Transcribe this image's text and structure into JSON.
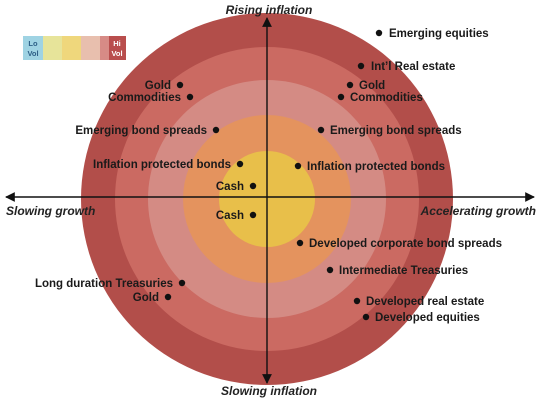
{
  "axes": {
    "top": "Rising inflation",
    "bottom": "Slowing inflation",
    "left": "Slowing growth",
    "right": "Accelerating growth"
  },
  "legend": {
    "low": [
      "Lo",
      "Vol"
    ],
    "high": [
      "Hi",
      "Vol"
    ],
    "swatches": [
      "#9fd3e3",
      "#e7e49a",
      "#efd77c",
      "#e8bfae",
      "#d78b86",
      "#b94e4d"
    ]
  },
  "rings": {
    "colors": [
      "#b24e4a",
      "#cb6a62",
      "#d48b84",
      "#e4935e",
      "#e8bf4a",
      "#70aa85"
    ],
    "center_color": "#70aa85"
  },
  "labels": [
    {
      "id": "emerging-equities",
      "text": "Emerging equities"
    },
    {
      "id": "intl-real-estate",
      "text": "Int’l Real estate"
    },
    {
      "id": "gold-right",
      "text": "Gold"
    },
    {
      "id": "commodities-right",
      "text": "Commodities"
    },
    {
      "id": "gold-left",
      "text": "Gold"
    },
    {
      "id": "commodities-left",
      "text": "Commodities"
    },
    {
      "id": "emerging-bond-spreads-left",
      "text": "Emerging bond spreads"
    },
    {
      "id": "emerging-bond-spreads-right",
      "text": "Emerging bond spreads"
    },
    {
      "id": "inflation-protected-bonds-left",
      "text": "Inflation protected bonds"
    },
    {
      "id": "inflation-protected-bonds-right",
      "text": "Inflation protected bonds"
    },
    {
      "id": "cash-upper",
      "text": "Cash"
    },
    {
      "id": "cash-lower",
      "text": "Cash"
    },
    {
      "id": "developed-corporate-bond-spreads",
      "text": "Developed corporate bond spreads"
    },
    {
      "id": "intermediate-treasuries",
      "text": "Intermediate Treasuries"
    },
    {
      "id": "long-duration-treasuries",
      "text": "Long duration Treasuries"
    },
    {
      "id": "gold-lower",
      "text": "Gold"
    },
    {
      "id": "developed-real-estate",
      "text": "Developed real estate"
    },
    {
      "id": "developed-equities",
      "text": "Developed equities"
    }
  ]
}
